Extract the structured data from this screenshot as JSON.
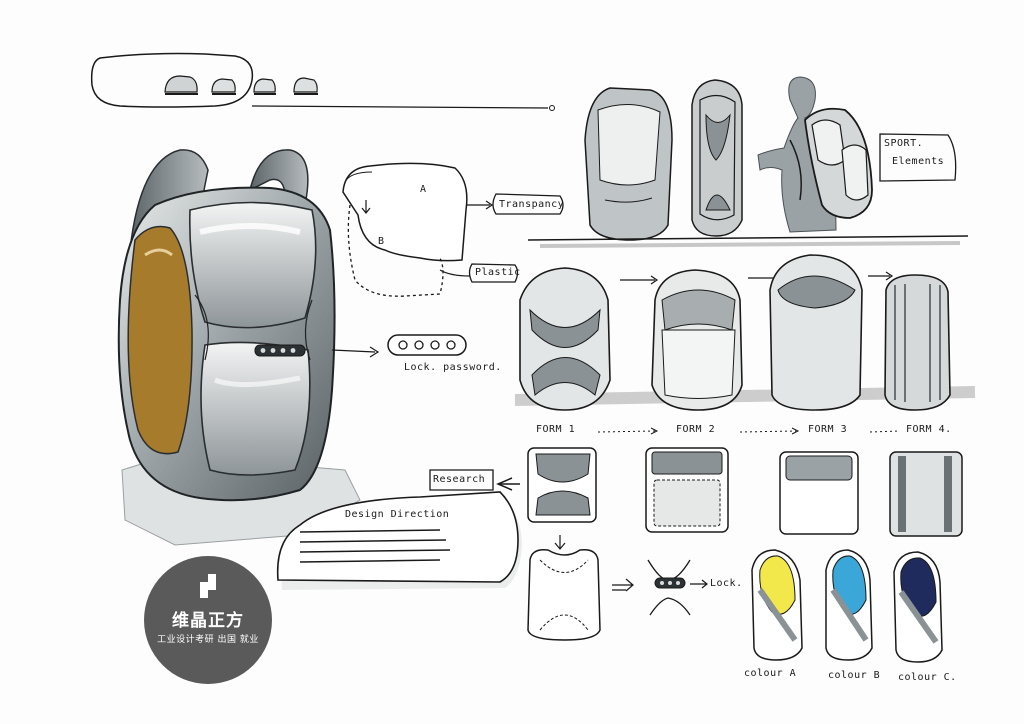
{
  "labels": {
    "transparency": "Transpancy",
    "plastic": "Plastic",
    "part_a": "A",
    "part_b": "B",
    "lock_password": "Lock. password.",
    "sport_elements_line1": "SPORT.",
    "sport_elements_line2": "Elements",
    "research": "Research",
    "design_direction": "Design Direction",
    "lock": "Lock.",
    "forms": [
      "FORM 1",
      "FORM 2",
      "FORM 3",
      "FORM 4."
    ],
    "colours": [
      "colour A",
      "colour B",
      "colour C."
    ]
  },
  "badge": {
    "name": "维晶正方",
    "tagline": "工业设计考研 出国 就业"
  },
  "colors": {
    "ink": "#1a1a1a",
    "marker_grey": "#8a9296",
    "marker_dark": "#4f5659",
    "accent_brown": "#a67c2c",
    "colour_a": "#f2e84b",
    "colour_b": "#3aa7d8",
    "colour_c": "#1f2b5c",
    "badge_bg": "#5a5a5a"
  }
}
